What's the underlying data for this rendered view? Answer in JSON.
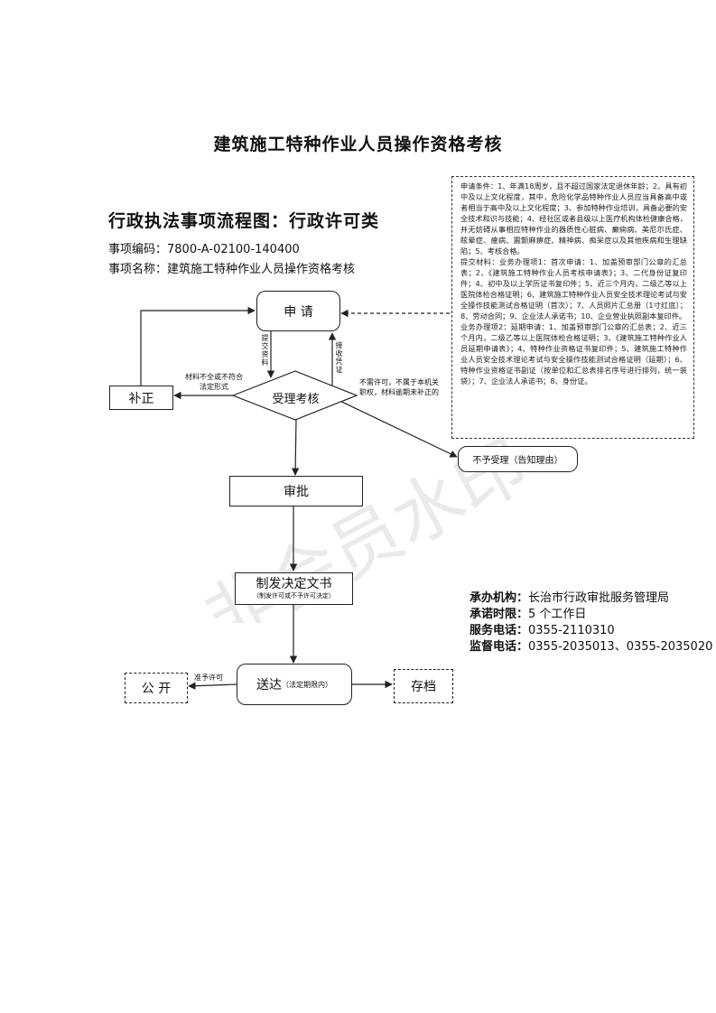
{
  "header": {
    "title": "建筑施工特种作业人员操作资格考核",
    "subtitle": "行政执法事项流程图：行政许可类",
    "code_label": "事项编码：",
    "code_value": "7800-A-02100-140400",
    "name_label": "事项名称：",
    "name_value": "建筑施工特种作业人员操作资格考核"
  },
  "conditions": {
    "text": "申请条件：1、年满18周岁，且不超过国家法定退休年龄；2、具有初中及以上文化程度，其中，危险化学品特种作业人员应当具备高中或者相当于高中及以上文化程度；3、参加特种作业培训，具备必要的安全技术和识与技能；4、经社区或者县级以上医疗机构体检健康合格，并无妨碍从事相应特种作业的器质性心脏病、癫痫病、美尼尔氏症、眩晕症、癔病、震颤麻痹症、精神病、痴呆症以及其他疾病和生理缺陷；5、考核合格。\n提交材料：业务办理项1：首次申请：1、加盖预审部门公章的汇总表；2、《建筑施工特种作业人员考核申请表》；3、二代身份证复印件；4、初中及以上学历证书复印件；5、近三个月内，二级乙等以上医院体检合格证明；6、建筑施工特种作业人员安全技术理论考试与安全操作技能测试合格证明（首次）；7、人员照片汇总册（1寸红底）；8、劳动合同；9、企业法人承诺书；10、企业营业执照副本复印件。\n业务办理项2：延期申请：1、加盖预审部门公章的汇总表；2、近三个月内，二级乙等以上医院体检合格证明；3、《建筑施工特种作业人员延期申请表》；4、特种作业资格证书复印件；5、建筑施工特种作业人员安全技术理论考试与安全操作技能测试合格证明（延期）；6、特种作业资格证书副证（按单位和汇总表排名序号进行排列，统一装袋）；7、企业法人承诺书；8、身份证。"
  },
  "flow": {
    "apply": "申  请",
    "review": "受理考核",
    "correct": "补正",
    "reject": "不予受理（告知理由）",
    "approve": "审批",
    "decision": "制发决定文书",
    "decision_note": "（制发许可或不予许可决定）",
    "deliver": "送达",
    "deliver_note": "（法定期限内）",
    "publish": "公  开",
    "archive": "存档",
    "label_submit": "提交资料",
    "label_receive": "接收凭证",
    "label_incomplete_1": "材料不全或不符合",
    "label_incomplete_2": "法定形式",
    "label_reject_1": "不需许可，不属于本机关",
    "label_reject_2": "职权，材料逾期未补正的",
    "label_grant": "准予许可"
  },
  "info": {
    "org_label": "承办机构：",
    "org_value": "长治市行政审批服务管理局",
    "time_label": "承诺时限：",
    "time_value": "5 个工作日",
    "phone_label": "服务电话：",
    "phone_value": "0355-2110310",
    "supervise_label": "监督电话：",
    "supervise_value": "0355-2035013、0355-2035020"
  },
  "watermark": "非会员水印"
}
